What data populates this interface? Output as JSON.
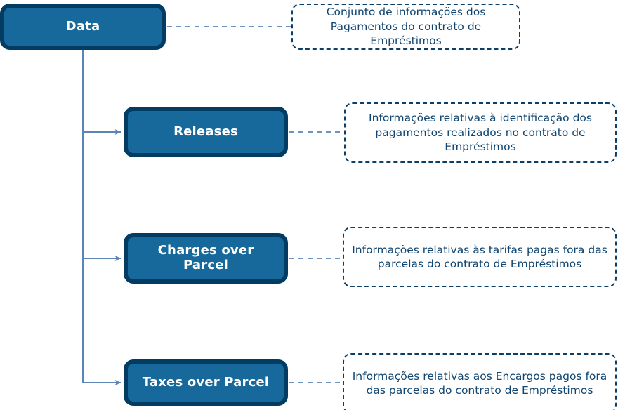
{
  "diagram": {
    "title": "Data structure diagram",
    "colors": {
      "node_fill": "#17699b",
      "node_border": "#023c63",
      "node_text": "#ffffff",
      "note_border": "#0b3f68",
      "note_text": "#0f4570",
      "connector": "#5b85b5",
      "dashed_connector": "#6e93c0",
      "background": "#ffffff"
    },
    "nodes": [
      {
        "id": "data",
        "label": "Data"
      },
      {
        "id": "releases",
        "label": "Releases"
      },
      {
        "id": "charges",
        "label": "Charges over Parcel"
      },
      {
        "id": "taxes",
        "label": "Taxes over Parcel"
      }
    ],
    "notes": [
      {
        "id": "note-data",
        "for": "data",
        "text": "Conjunto de informações dos Pagamentos do contrato de Empréstimos"
      },
      {
        "id": "note-releases",
        "for": "releases",
        "text": "Informações relativas à identificação dos pagamentos realizados no contrato de Empréstimos"
      },
      {
        "id": "note-charges",
        "for": "charges",
        "text": "Informações relativas às tarifas pagas fora das parcelas do contrato de Empréstimos"
      },
      {
        "id": "note-taxes",
        "for": "taxes",
        "text": "Informações relativas aos Encargos pagos fora das parcelas do contrato de Empréstimos"
      }
    ],
    "edges": [
      {
        "from": "data",
        "to": "releases",
        "style": "solid-arrow"
      },
      {
        "from": "data",
        "to": "charges",
        "style": "solid-arrow"
      },
      {
        "from": "data",
        "to": "taxes",
        "style": "solid-arrow"
      },
      {
        "from": "data",
        "to": "note-data",
        "style": "dashed"
      },
      {
        "from": "releases",
        "to": "note-releases",
        "style": "dashed"
      },
      {
        "from": "charges",
        "to": "note-charges",
        "style": "dashed"
      },
      {
        "from": "taxes",
        "to": "note-taxes",
        "style": "dashed"
      }
    ]
  }
}
